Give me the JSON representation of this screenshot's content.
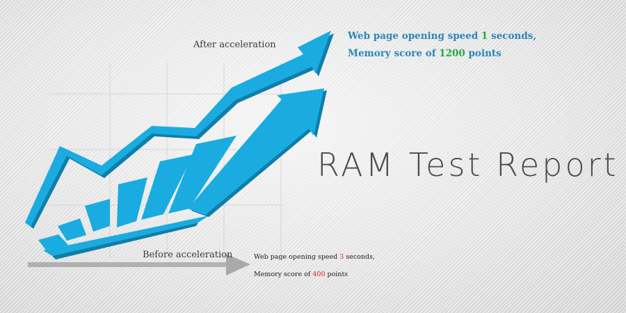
{
  "title": "RAM Test Report",
  "after": {
    "label": "After acceleration",
    "speed_prefix": "Web page opening speed ",
    "speed_value": "1",
    "speed_suffix": " seconds,",
    "memory_prefix": "Memory score of ",
    "memory_value": "1200",
    "memory_suffix": " points"
  },
  "before": {
    "label": "Before acceleration",
    "speed_prefix": "Web page opening speed ",
    "speed_value": "3",
    "speed_suffix": " seconds,",
    "memory_prefix": "Memory score of ",
    "memory_value": "400",
    "memory_suffix": " points"
  },
  "colors": {
    "arrow_blue": "#1aace0",
    "after_text": "#2a86b8",
    "after_highlight": "#22a83a",
    "before_highlight": "#e02020",
    "before_arrow": "#a9a9a9",
    "title": "#4a4a4a"
  }
}
